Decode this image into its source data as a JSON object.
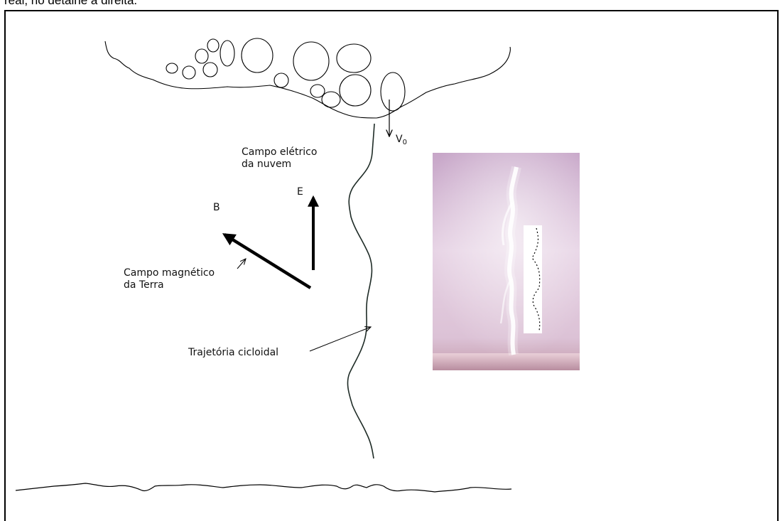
{
  "caption_fragment": "real, no detalhe à direita.",
  "labels": {
    "v0": "V",
    "v0_sub": "0",
    "electric_field_line1": "Campo elétrico",
    "electric_field_line2": "da nuvem",
    "e_symbol": "E",
    "b_symbol": "B",
    "magnetic_field_line1": "Campo magnético",
    "magnetic_field_line2": "da Terra",
    "trajectory": "Trajetória cicloidal"
  },
  "colors": {
    "line": "#000000",
    "photo_sky_top": "#c9a7c9",
    "photo_sky_mid": "#e8d4e6",
    "photo_ground": "#c8a2b0",
    "bolt": "#ffffff"
  }
}
